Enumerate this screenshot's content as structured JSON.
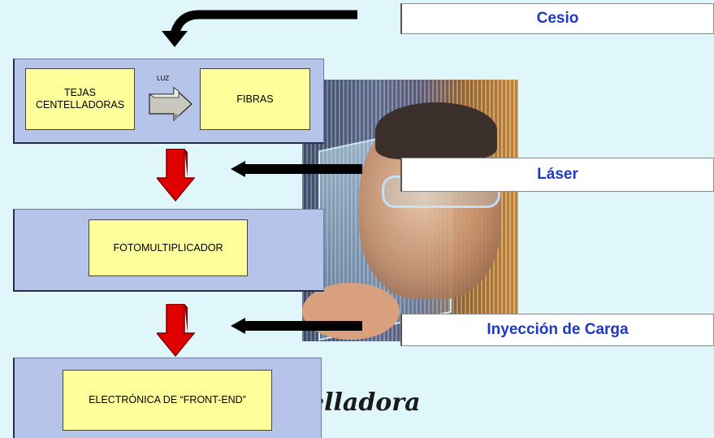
{
  "labels": {
    "cesio": "Cesio",
    "laser": "Láser",
    "inyeccion": "Inyección de Carga"
  },
  "stages": {
    "tejas": "TEJAS CENTELLADORAS",
    "fibras": "FIBRAS",
    "luz": "LUZ",
    "fotomultiplicador": "FOTOMULTIPLICADOR",
    "front_end": "ELECTRÓNICA DE “FRONT-END”"
  },
  "caption": "elladora",
  "colors": {
    "background": "#dff6fb",
    "panel": "#b7c4e9",
    "yellow_box": "#ffff9c",
    "label_text": "#1d39c4",
    "red_arrow": "#e00000",
    "black_arrow": "#000000"
  }
}
